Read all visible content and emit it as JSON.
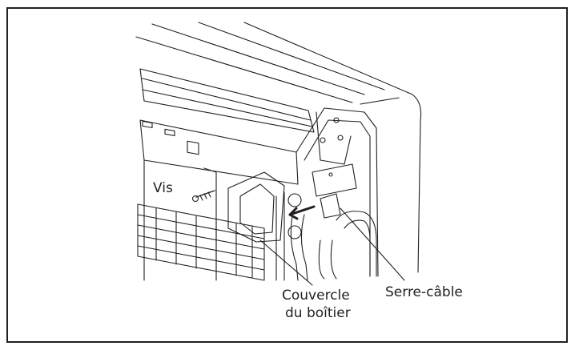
{
  "figure": {
    "labels": {
      "screw": "Vis",
      "cover_line1": "Couvercle",
      "cover_line2": "du boîtier",
      "cable_clamp": "Serre-câble"
    }
  }
}
